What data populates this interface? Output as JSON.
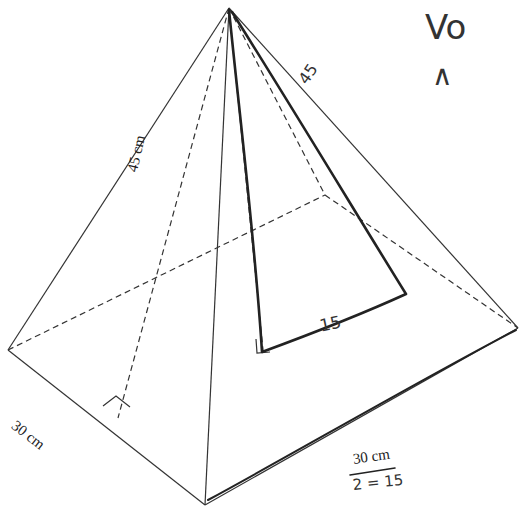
{
  "diagram": {
    "labels": [
      "Vo",
      "∧",
      "45 cm",
      "45",
      "15",
      "30 cm",
      "30 cm",
      "2 = 15"
    ]
  }
}
